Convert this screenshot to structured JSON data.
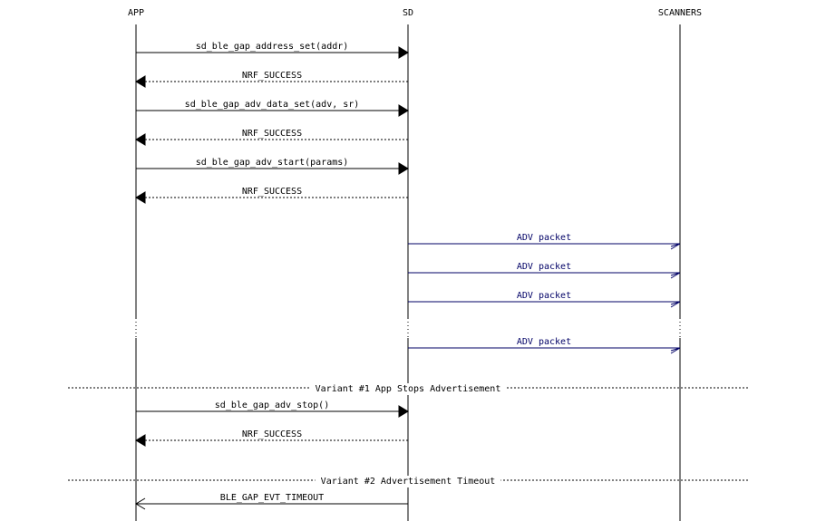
{
  "participants": [
    {
      "id": "app",
      "name": "APP"
    },
    {
      "id": "sd",
      "name": "SD"
    },
    {
      "id": "scanners",
      "name": "SCANNERS"
    }
  ],
  "messages": [
    {
      "id": "m1",
      "from": "app",
      "to": "sd",
      "label": "sd_ble_gap_address_set(addr)",
      "style": "call"
    },
    {
      "id": "m2",
      "from": "sd",
      "to": "app",
      "label": "NRF_SUCCESS",
      "style": "return"
    },
    {
      "id": "m3",
      "from": "app",
      "to": "sd",
      "label": "sd_ble_gap_adv_data_set(adv, sr)",
      "style": "call"
    },
    {
      "id": "m4",
      "from": "sd",
      "to": "app",
      "label": "NRF_SUCCESS",
      "style": "return"
    },
    {
      "id": "m5",
      "from": "app",
      "to": "sd",
      "label": "sd_ble_gap_adv_start(params)",
      "style": "call"
    },
    {
      "id": "m6",
      "from": "sd",
      "to": "app",
      "label": "NRF_SUCCESS",
      "style": "return"
    },
    {
      "id": "m7",
      "from": "sd",
      "to": "scanners",
      "label": "ADV packet",
      "style": "async",
      "color": "#000066"
    },
    {
      "id": "m8",
      "from": "sd",
      "to": "scanners",
      "label": "ADV packet",
      "style": "async",
      "color": "#000066"
    },
    {
      "id": "m9",
      "from": "sd",
      "to": "scanners",
      "label": "ADV packet",
      "style": "async",
      "color": "#000066"
    },
    {
      "id": "m10",
      "from": "sd",
      "to": "scanners",
      "label": "ADV packet",
      "style": "async",
      "color": "#000066"
    },
    {
      "id": "m11",
      "from": "app",
      "to": "sd",
      "label": "sd_ble_gap_adv_stop()",
      "style": "call"
    },
    {
      "id": "m12",
      "from": "sd",
      "to": "app",
      "label": "NRF_SUCCESS",
      "style": "return"
    },
    {
      "id": "m13",
      "from": "sd",
      "to": "app",
      "label": "BLE_GAP_EVT_TIMEOUT",
      "style": "async"
    }
  ],
  "dividers": [
    {
      "id": "d1",
      "label": "Variant #1 App Stops Advertisement"
    },
    {
      "id": "d2",
      "label": "Variant #2 Advertisement Timeout"
    }
  ]
}
